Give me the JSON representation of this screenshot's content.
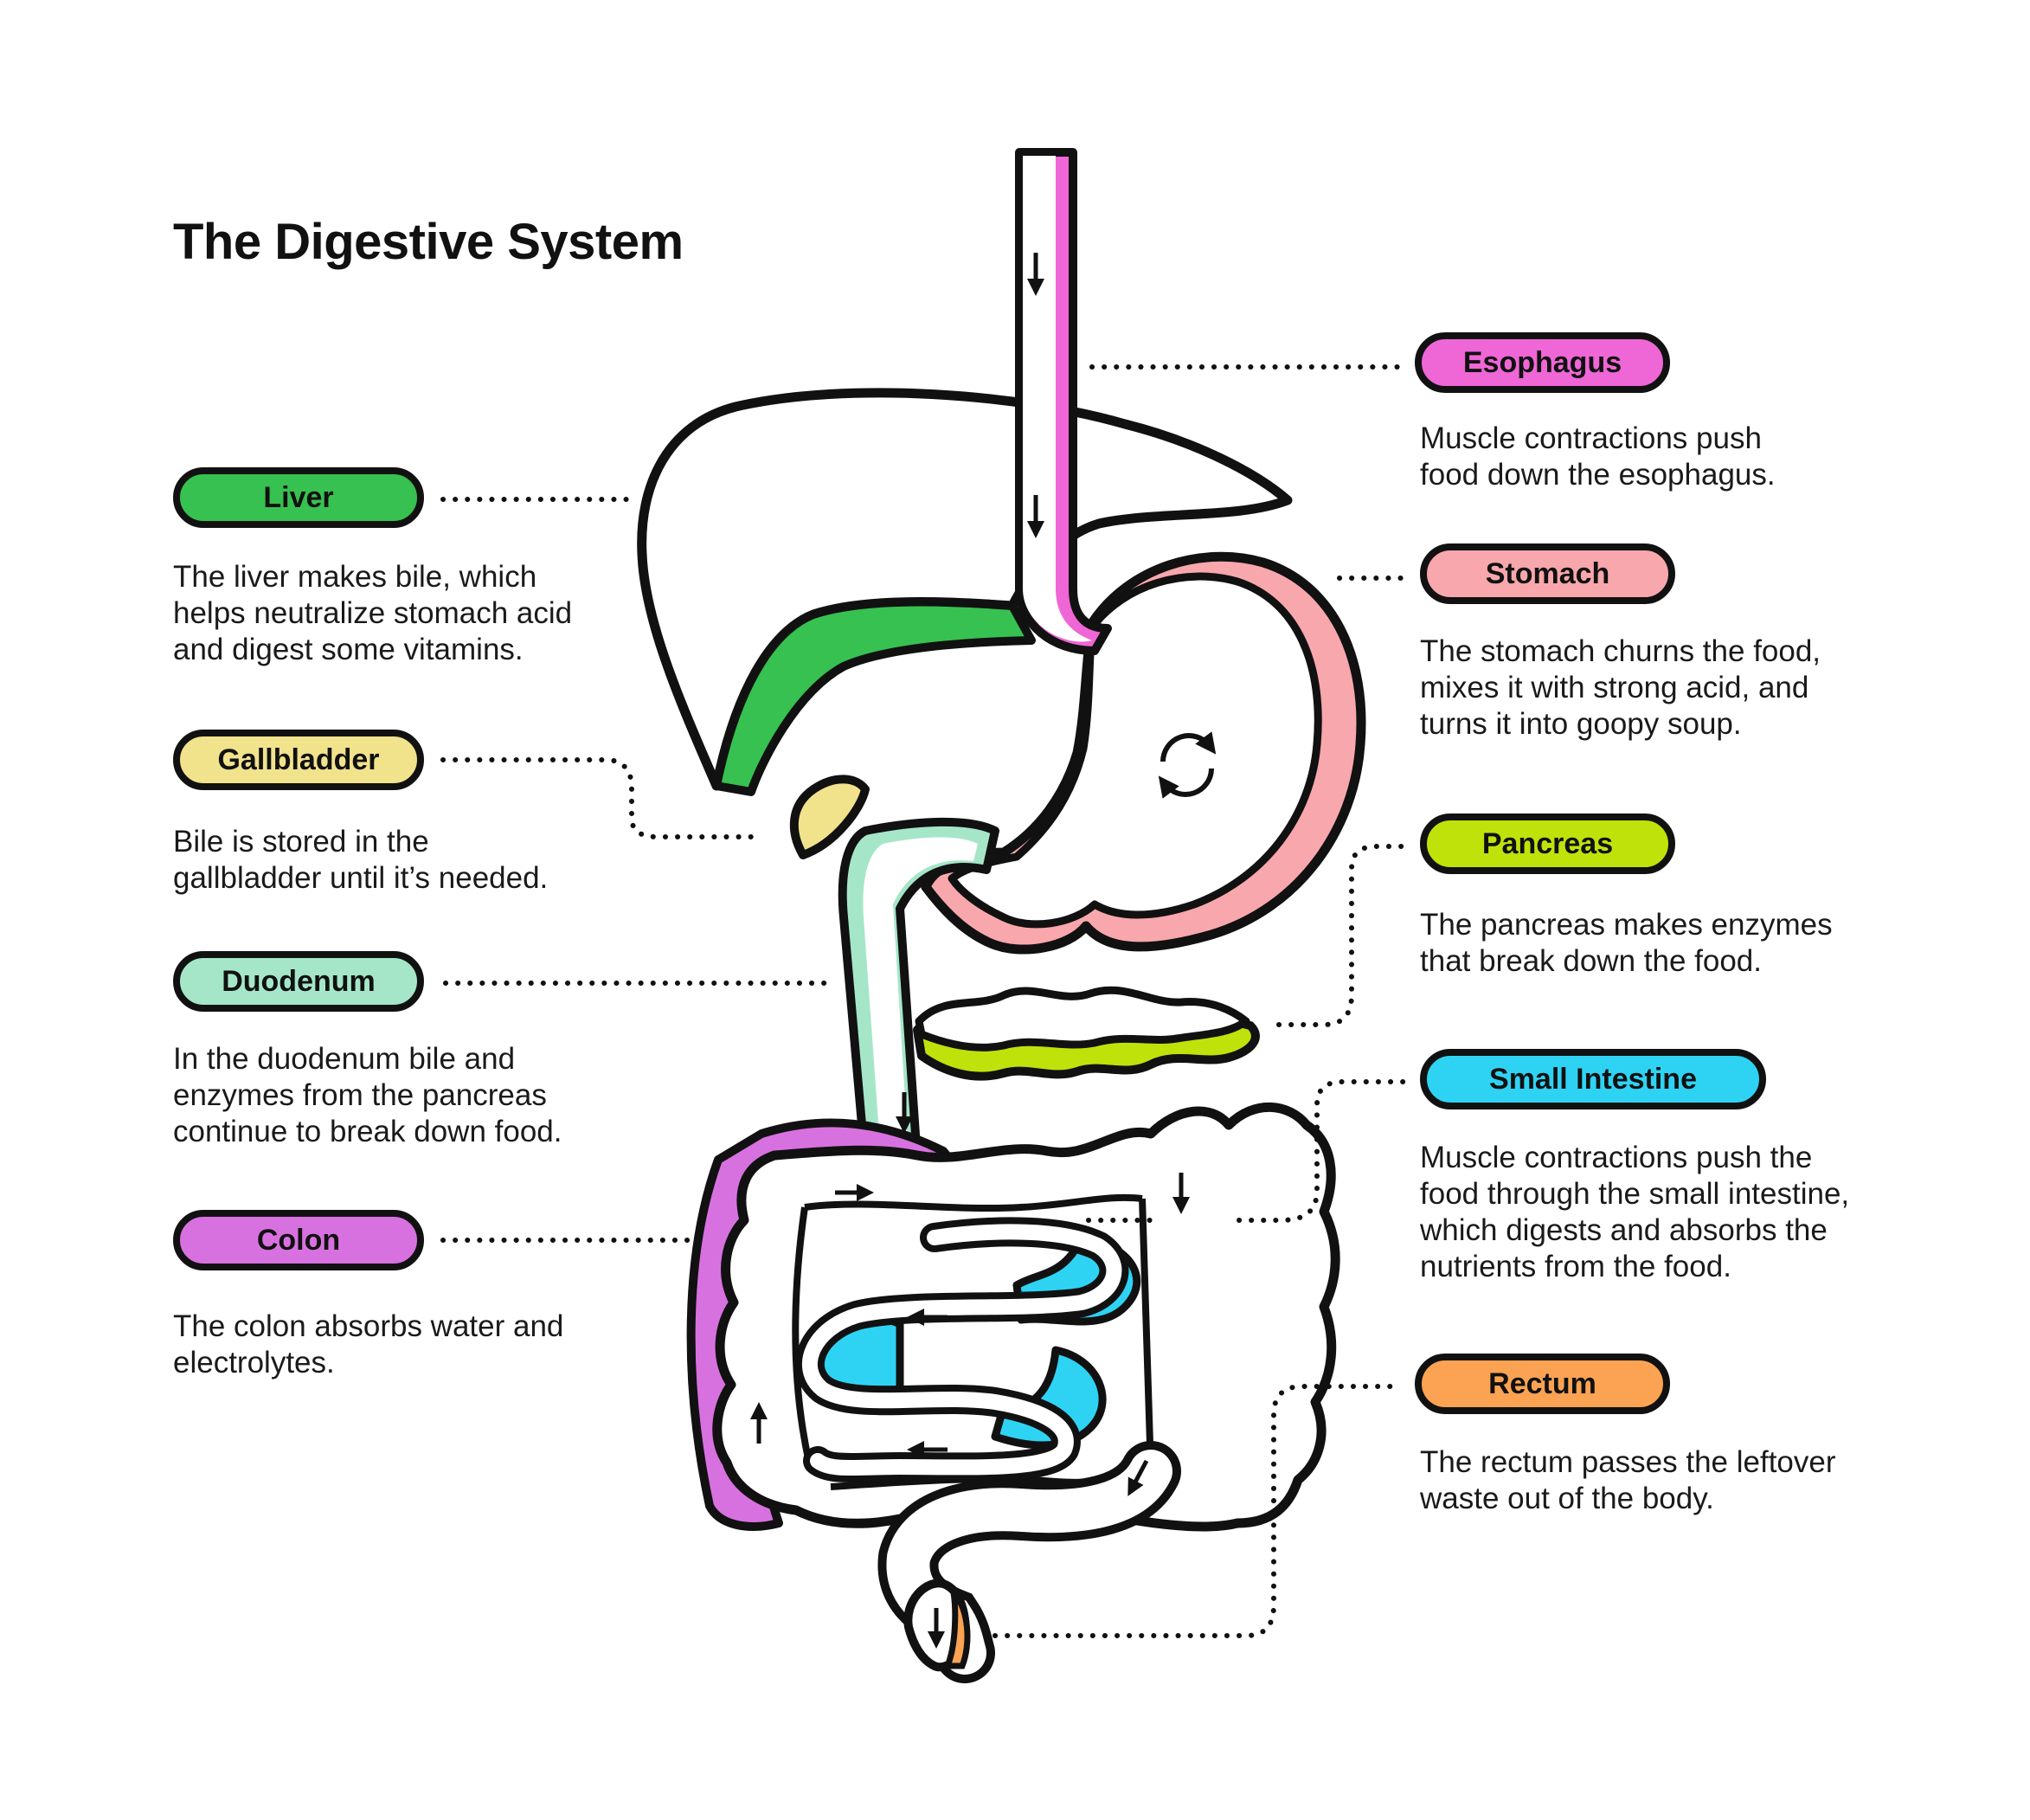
{
  "title": "The Digestive System",
  "colors": {
    "outline": "#111111",
    "liver": "#37c150",
    "gallbladder": "#f1e28c",
    "duodenum": "#a5e6c9",
    "colon": "#d871e0",
    "esophagus": "#ef66d6",
    "stomach": "#f8a7ac",
    "pancreas": "#bfe20a",
    "small_intestine": "#2ed3f4",
    "rectum": "#fba352"
  },
  "labels": {
    "liver": {
      "name": "Liver",
      "text": [
        "The liver makes bile, which",
        "helps neutralize stomach acid",
        "and digest some vitamins."
      ]
    },
    "gallbladder": {
      "name": "Gallbladder",
      "text": [
        "Bile is stored in the",
        "gallbladder until it’s needed."
      ]
    },
    "duodenum": {
      "name": "Duodenum",
      "text": [
        "In the duodenum bile and",
        "enzymes from the pancreas",
        "continue to break down food."
      ]
    },
    "colon": {
      "name": "Colon",
      "text": [
        "The colon absorbs water and",
        "electrolytes."
      ]
    },
    "esophagus": {
      "name": "Esophagus",
      "text": [
        "Muscle contractions push",
        "food down the esophagus."
      ]
    },
    "stomach": {
      "name": "Stomach",
      "text": [
        "The stomach churns the food,",
        "mixes it with strong acid, and",
        "turns it into goopy soup."
      ]
    },
    "pancreas": {
      "name": "Pancreas",
      "text": [
        "The pancreas makes enzymes",
        "that break down the food."
      ]
    },
    "small_intestine": {
      "name": "Small Intestine",
      "text": [
        "Muscle contractions push the",
        "food through the small intestine,",
        "which digests and absorbs the",
        "nutrients from the food."
      ]
    },
    "rectum": {
      "name": "Rectum",
      "text": [
        "The rectum passes the leftover",
        "waste out of the body."
      ]
    }
  }
}
